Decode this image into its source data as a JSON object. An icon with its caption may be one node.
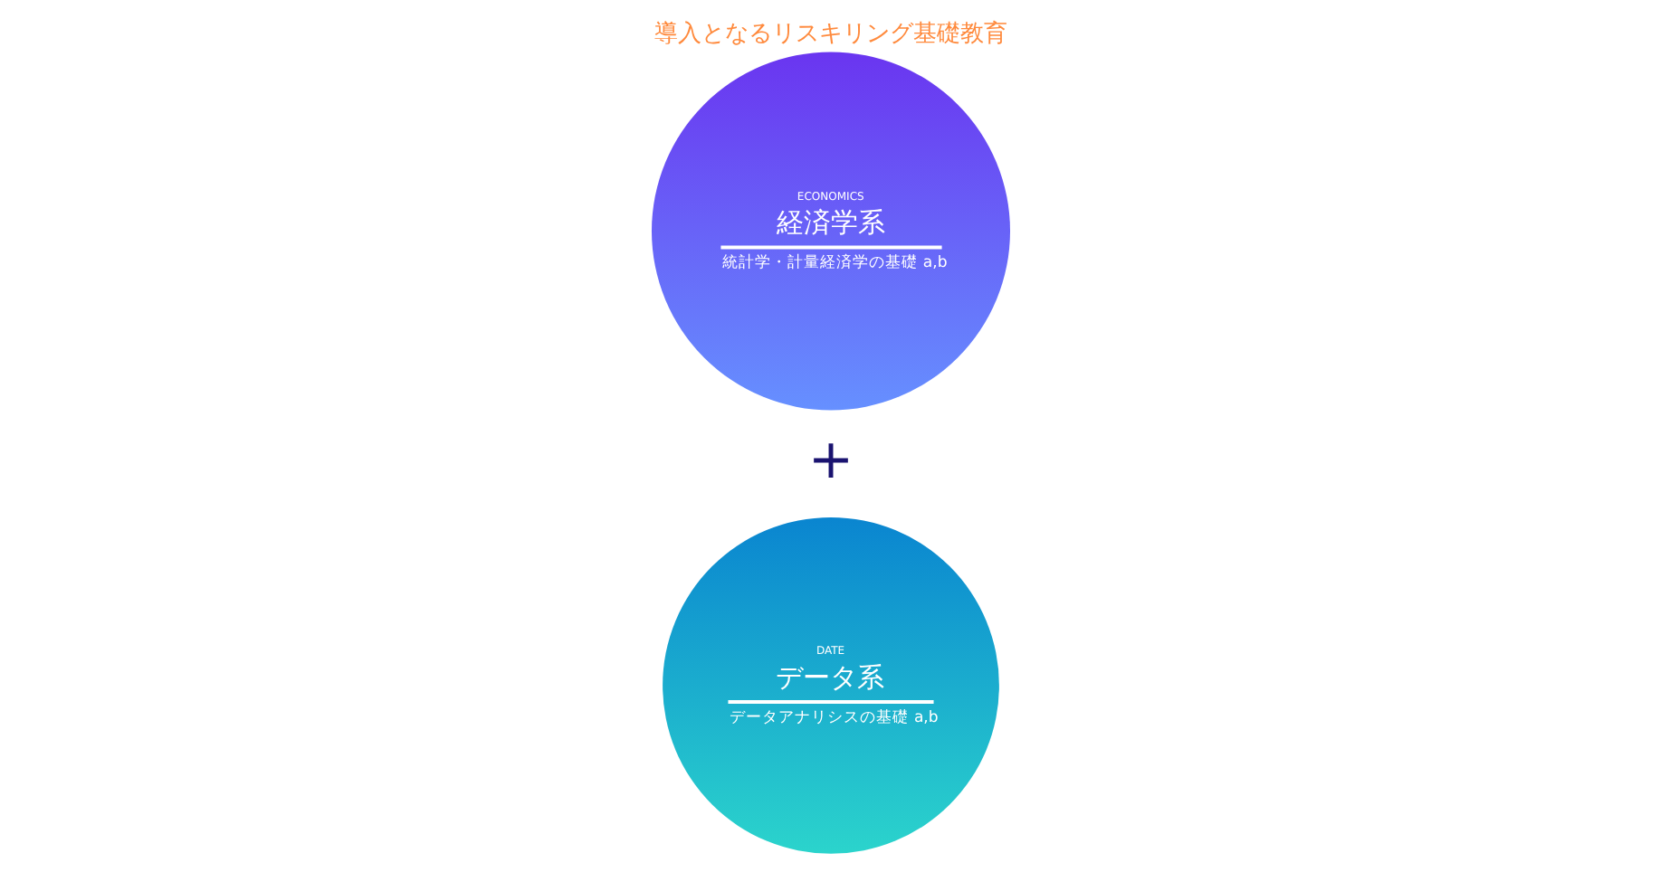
{
  "diagram": {
    "title": "導入となるリスキリング基礎教育",
    "nodes": [
      {
        "text": [
          "ECONOMICS",
          "経済学系",
          "統計学・計量経済学の基礎 a,b"
        ]
      },
      {
        "text": [
          "DATE",
          "データ系",
          "データアナリシスの基礎 a,b"
        ]
      }
    ],
    "labels": [
      "+"
    ]
  }
}
